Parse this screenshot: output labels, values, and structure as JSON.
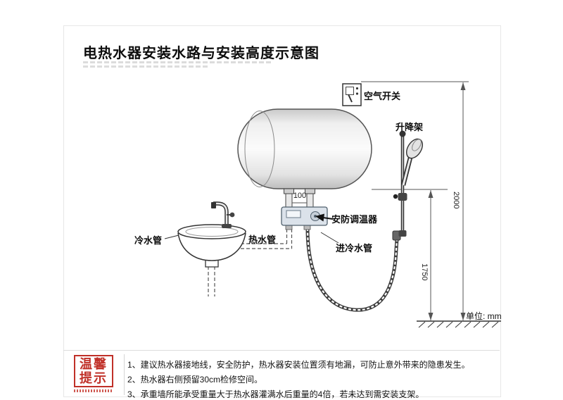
{
  "title": "电热水器安装水路与安装高度示意图",
  "diagram": {
    "air_switch": "空气开关",
    "lift_rack": "升降架",
    "thermostat": "安防调温器",
    "cold_pipe": "冷水管",
    "hot_pipe": "热水管",
    "inlet_cold_pipe": "进冷水管",
    "dim_pipe_gap": "100",
    "dim_total_height": "2000",
    "dim_outlet_height": "1750",
    "unit": "单位: mm"
  },
  "tips": {
    "stamp": [
      "温馨",
      "提示"
    ],
    "items": [
      "1、建议热水器接地线，安全防护，热水器安装位置须有地漏，可防止意外带来的隐患发生。",
      "2、热水器右侧预留30cm检修空间。",
      "3、承重墙所能承受重量大于热水器灌满水后重量的4倍，若未达到需安装支架。"
    ]
  }
}
